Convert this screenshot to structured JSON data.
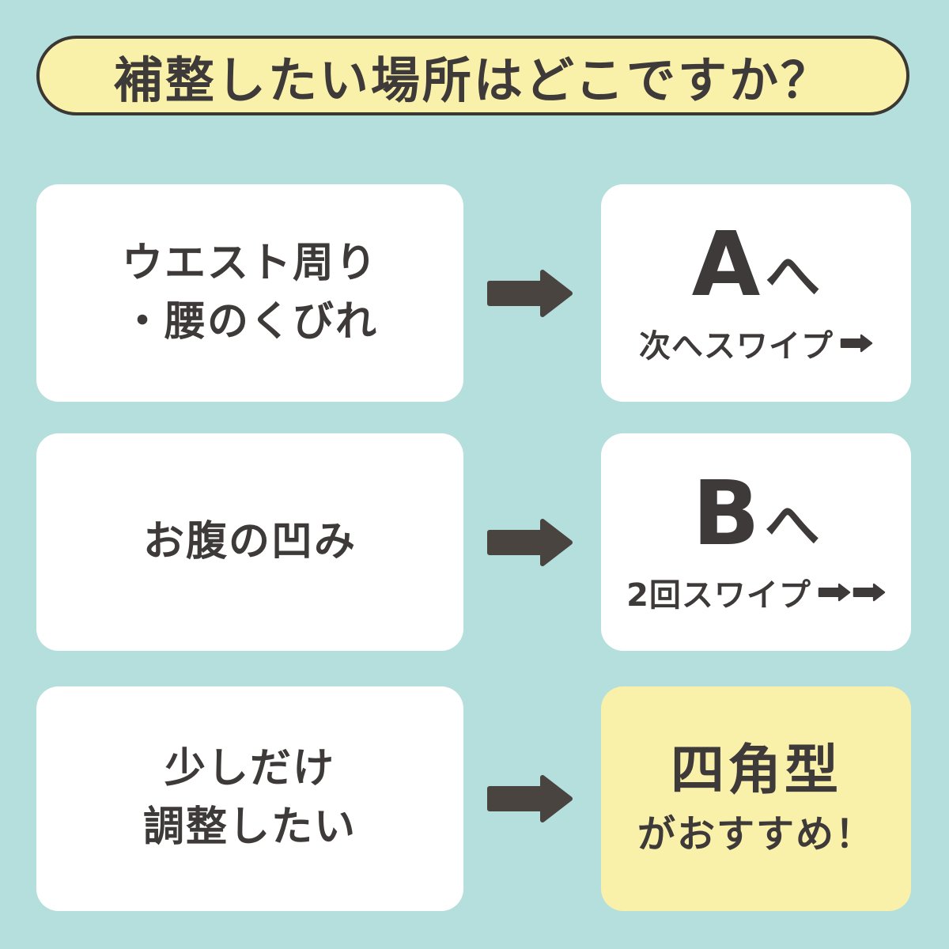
{
  "colors": {
    "background": "#b5dfdc",
    "card_white": "#ffffff",
    "accent_yellow": "#f9f0aa",
    "header_border": "#3b3733",
    "text_dark": "#3e3a39",
    "arrow_dark": "#494440"
  },
  "header": {
    "title": "補整したい場所はどこですか？"
  },
  "rows": [
    {
      "left_lines": [
        "ウエスト周り",
        "・腰のくびれ"
      ],
      "result_main": "A",
      "result_suffix": "へ",
      "result_sub": "次へスワイプ",
      "swipe_arrow_count": 1,
      "highlight": false
    },
    {
      "left_lines": [
        "お腹の凹み"
      ],
      "result_main": "B",
      "result_suffix": "へ",
      "result_sub": "2回スワイプ",
      "swipe_arrow_count": 2,
      "highlight": false
    },
    {
      "left_lines": [
        "少しだけ",
        "調整したい"
      ],
      "result_main": "四角型",
      "result_sub": "がおすすめ！",
      "highlight": true
    }
  ]
}
